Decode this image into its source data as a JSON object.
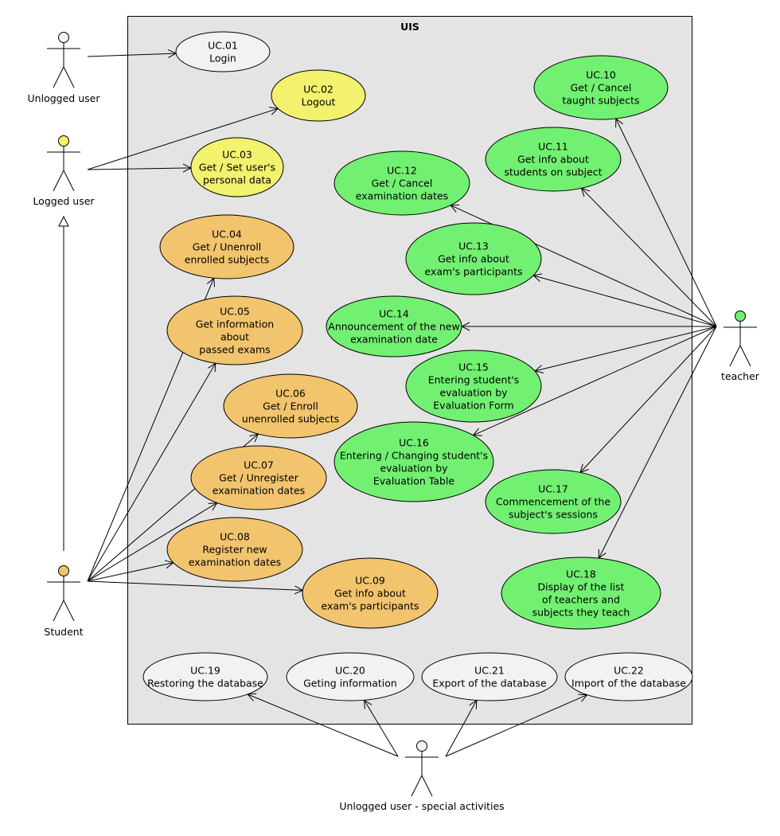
{
  "system": {
    "title": "UIS"
  },
  "colors": {
    "system_fill": "#e4e4e4",
    "white_fill": "#f2f2f2",
    "yellow_fill": "#f2f26e",
    "orange_fill": "#f2c46e",
    "green_fill": "#72f072",
    "line": "#000000"
  },
  "actors": [
    {
      "id": "unlogged",
      "label": "Unlogged user",
      "color": "white_fill"
    },
    {
      "id": "logged",
      "label": "Logged user",
      "color": "yellow_fill"
    },
    {
      "id": "student",
      "label": "Student",
      "color": "orange_fill"
    },
    {
      "id": "teacher",
      "label": "teacher",
      "color": "green_fill"
    },
    {
      "id": "special",
      "label": "Unlogged user - special activities",
      "color": "white_fill"
    }
  ],
  "use_cases": [
    {
      "id": "uc01",
      "color": "white_fill",
      "lines": [
        "UC.01",
        "Login"
      ]
    },
    {
      "id": "uc02",
      "color": "yellow_fill",
      "lines": [
        "UC.02",
        "Logout"
      ]
    },
    {
      "id": "uc03",
      "color": "yellow_fill",
      "lines": [
        "UC.03",
        "Get / Set user's",
        "personal data"
      ]
    },
    {
      "id": "uc04",
      "color": "orange_fill",
      "lines": [
        "UC.04",
        "Get / Unenroll",
        "enrolled subjects"
      ]
    },
    {
      "id": "uc05",
      "color": "orange_fill",
      "lines": [
        "UC.05",
        "Get information",
        "about",
        "passed exams"
      ]
    },
    {
      "id": "uc06",
      "color": "orange_fill",
      "lines": [
        "UC.06",
        "Get / Enroll",
        "unenrolled subjects"
      ]
    },
    {
      "id": "uc07",
      "color": "orange_fill",
      "lines": [
        "UC.07",
        "Get / Unregister",
        "examination dates"
      ]
    },
    {
      "id": "uc08",
      "color": "orange_fill",
      "lines": [
        "UC.08",
        "Register new",
        "examination dates"
      ]
    },
    {
      "id": "uc09",
      "color": "orange_fill",
      "lines": [
        "UC.09",
        "Get info about",
        "exam's participants"
      ]
    },
    {
      "id": "uc10",
      "color": "green_fill",
      "lines": [
        "UC.10",
        "Get / Cancel",
        "taught subjects"
      ]
    },
    {
      "id": "uc11",
      "color": "green_fill",
      "lines": [
        "UC.11",
        "Get info about",
        "students on subject"
      ]
    },
    {
      "id": "uc12",
      "color": "green_fill",
      "lines": [
        "UC.12",
        "Get / Cancel",
        "examination dates"
      ]
    },
    {
      "id": "uc13",
      "color": "green_fill",
      "lines": [
        "UC.13",
        "Get info about",
        "exam's participants"
      ]
    },
    {
      "id": "uc14",
      "color": "green_fill",
      "lines": [
        "UC.14",
        "Announcement of the new",
        "examination date"
      ]
    },
    {
      "id": "uc15",
      "color": "green_fill",
      "lines": [
        "UC.15",
        "Entering student's",
        "evaluation by",
        "Evaluation Form"
      ]
    },
    {
      "id": "uc16",
      "color": "green_fill",
      "lines": [
        "UC.16",
        "Entering / Changing student's",
        "evaluation by",
        "Evaluation Table"
      ]
    },
    {
      "id": "uc17",
      "color": "green_fill",
      "lines": [
        "UC.17",
        "Commencement of the",
        "subject's sessions"
      ]
    },
    {
      "id": "uc18",
      "color": "green_fill",
      "lines": [
        "UC.18",
        "Display of the list",
        "of teachers and",
        "subjects they teach"
      ]
    },
    {
      "id": "uc19",
      "color": "white_fill",
      "lines": [
        "UC.19",
        "Restoring the database"
      ]
    },
    {
      "id": "uc20",
      "color": "white_fill",
      "lines": [
        "UC.20",
        "Geting information"
      ]
    },
    {
      "id": "uc21",
      "color": "white_fill",
      "lines": [
        "UC.21",
        "Export of the database"
      ]
    },
    {
      "id": "uc22",
      "color": "white_fill",
      "lines": [
        "UC.22",
        "Import of the database"
      ]
    }
  ],
  "associations": [
    {
      "from": "unlogged",
      "to": "uc01"
    },
    {
      "from": "logged",
      "to": "uc02"
    },
    {
      "from": "logged",
      "to": "uc03"
    },
    {
      "from": "student",
      "to": "uc04"
    },
    {
      "from": "student",
      "to": "uc05"
    },
    {
      "from": "student",
      "to": "uc06"
    },
    {
      "from": "student",
      "to": "uc07"
    },
    {
      "from": "student",
      "to": "uc08"
    },
    {
      "from": "student",
      "to": "uc09"
    },
    {
      "from": "teacher",
      "to": "uc10"
    },
    {
      "from": "teacher",
      "to": "uc11"
    },
    {
      "from": "teacher",
      "to": "uc12"
    },
    {
      "from": "teacher",
      "to": "uc13"
    },
    {
      "from": "teacher",
      "to": "uc14"
    },
    {
      "from": "teacher",
      "to": "uc15"
    },
    {
      "from": "teacher",
      "to": "uc16"
    },
    {
      "from": "teacher",
      "to": "uc17"
    },
    {
      "from": "teacher",
      "to": "uc18"
    },
    {
      "from": "special",
      "to": "uc19"
    },
    {
      "from": "special",
      "to": "uc20"
    },
    {
      "from": "special",
      "to": "uc21"
    },
    {
      "from": "special",
      "to": "uc22"
    }
  ],
  "generalizations": [
    {
      "from": "student",
      "to": "logged"
    }
  ]
}
